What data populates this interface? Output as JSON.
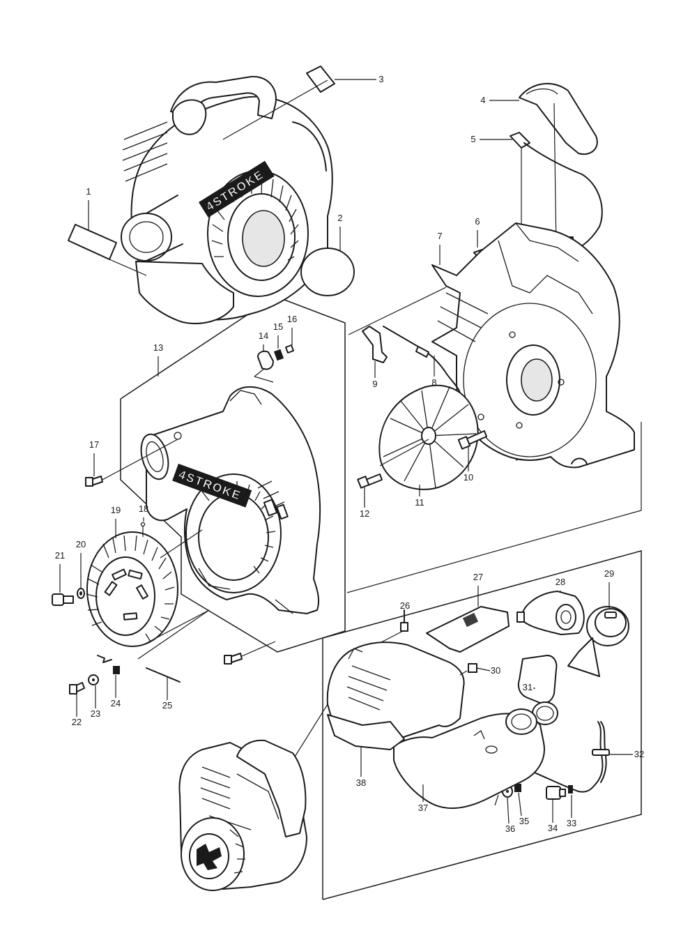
{
  "brand_mark": "4STROKE",
  "callouts": [
    "1",
    "2",
    "3",
    "4",
    "5",
    "6",
    "7",
    "8",
    "9",
    "10",
    "11",
    "12",
    "13",
    "14",
    "15",
    "16",
    "17",
    "18",
    "19",
    "20",
    "21",
    "22",
    "23",
    "24",
    "25",
    "26",
    "27",
    "28",
    "29",
    "30",
    "31",
    "32",
    "33",
    "34",
    "35",
    "36",
    "37",
    "38"
  ]
}
